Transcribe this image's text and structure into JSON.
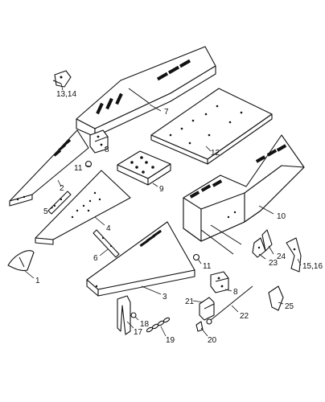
{
  "diagram": {
    "labels": {
      "p1": "1",
      "p2": "2",
      "p3": "3",
      "p4": "4",
      "p5": "5",
      "p6": "6",
      "p7": "7",
      "p8a": "8",
      "p8b": "8",
      "p9": "9",
      "p10": "10",
      "p11a": "11",
      "p11b": "11",
      "p12": "12",
      "p13_14": "13,14",
      "p15_16": "15,16",
      "p17": "17",
      "p18": "18",
      "p19": "19",
      "p20": "20",
      "p21": "21",
      "p22": "22",
      "p23": "23",
      "p24": "24",
      "p25": "25"
    }
  }
}
